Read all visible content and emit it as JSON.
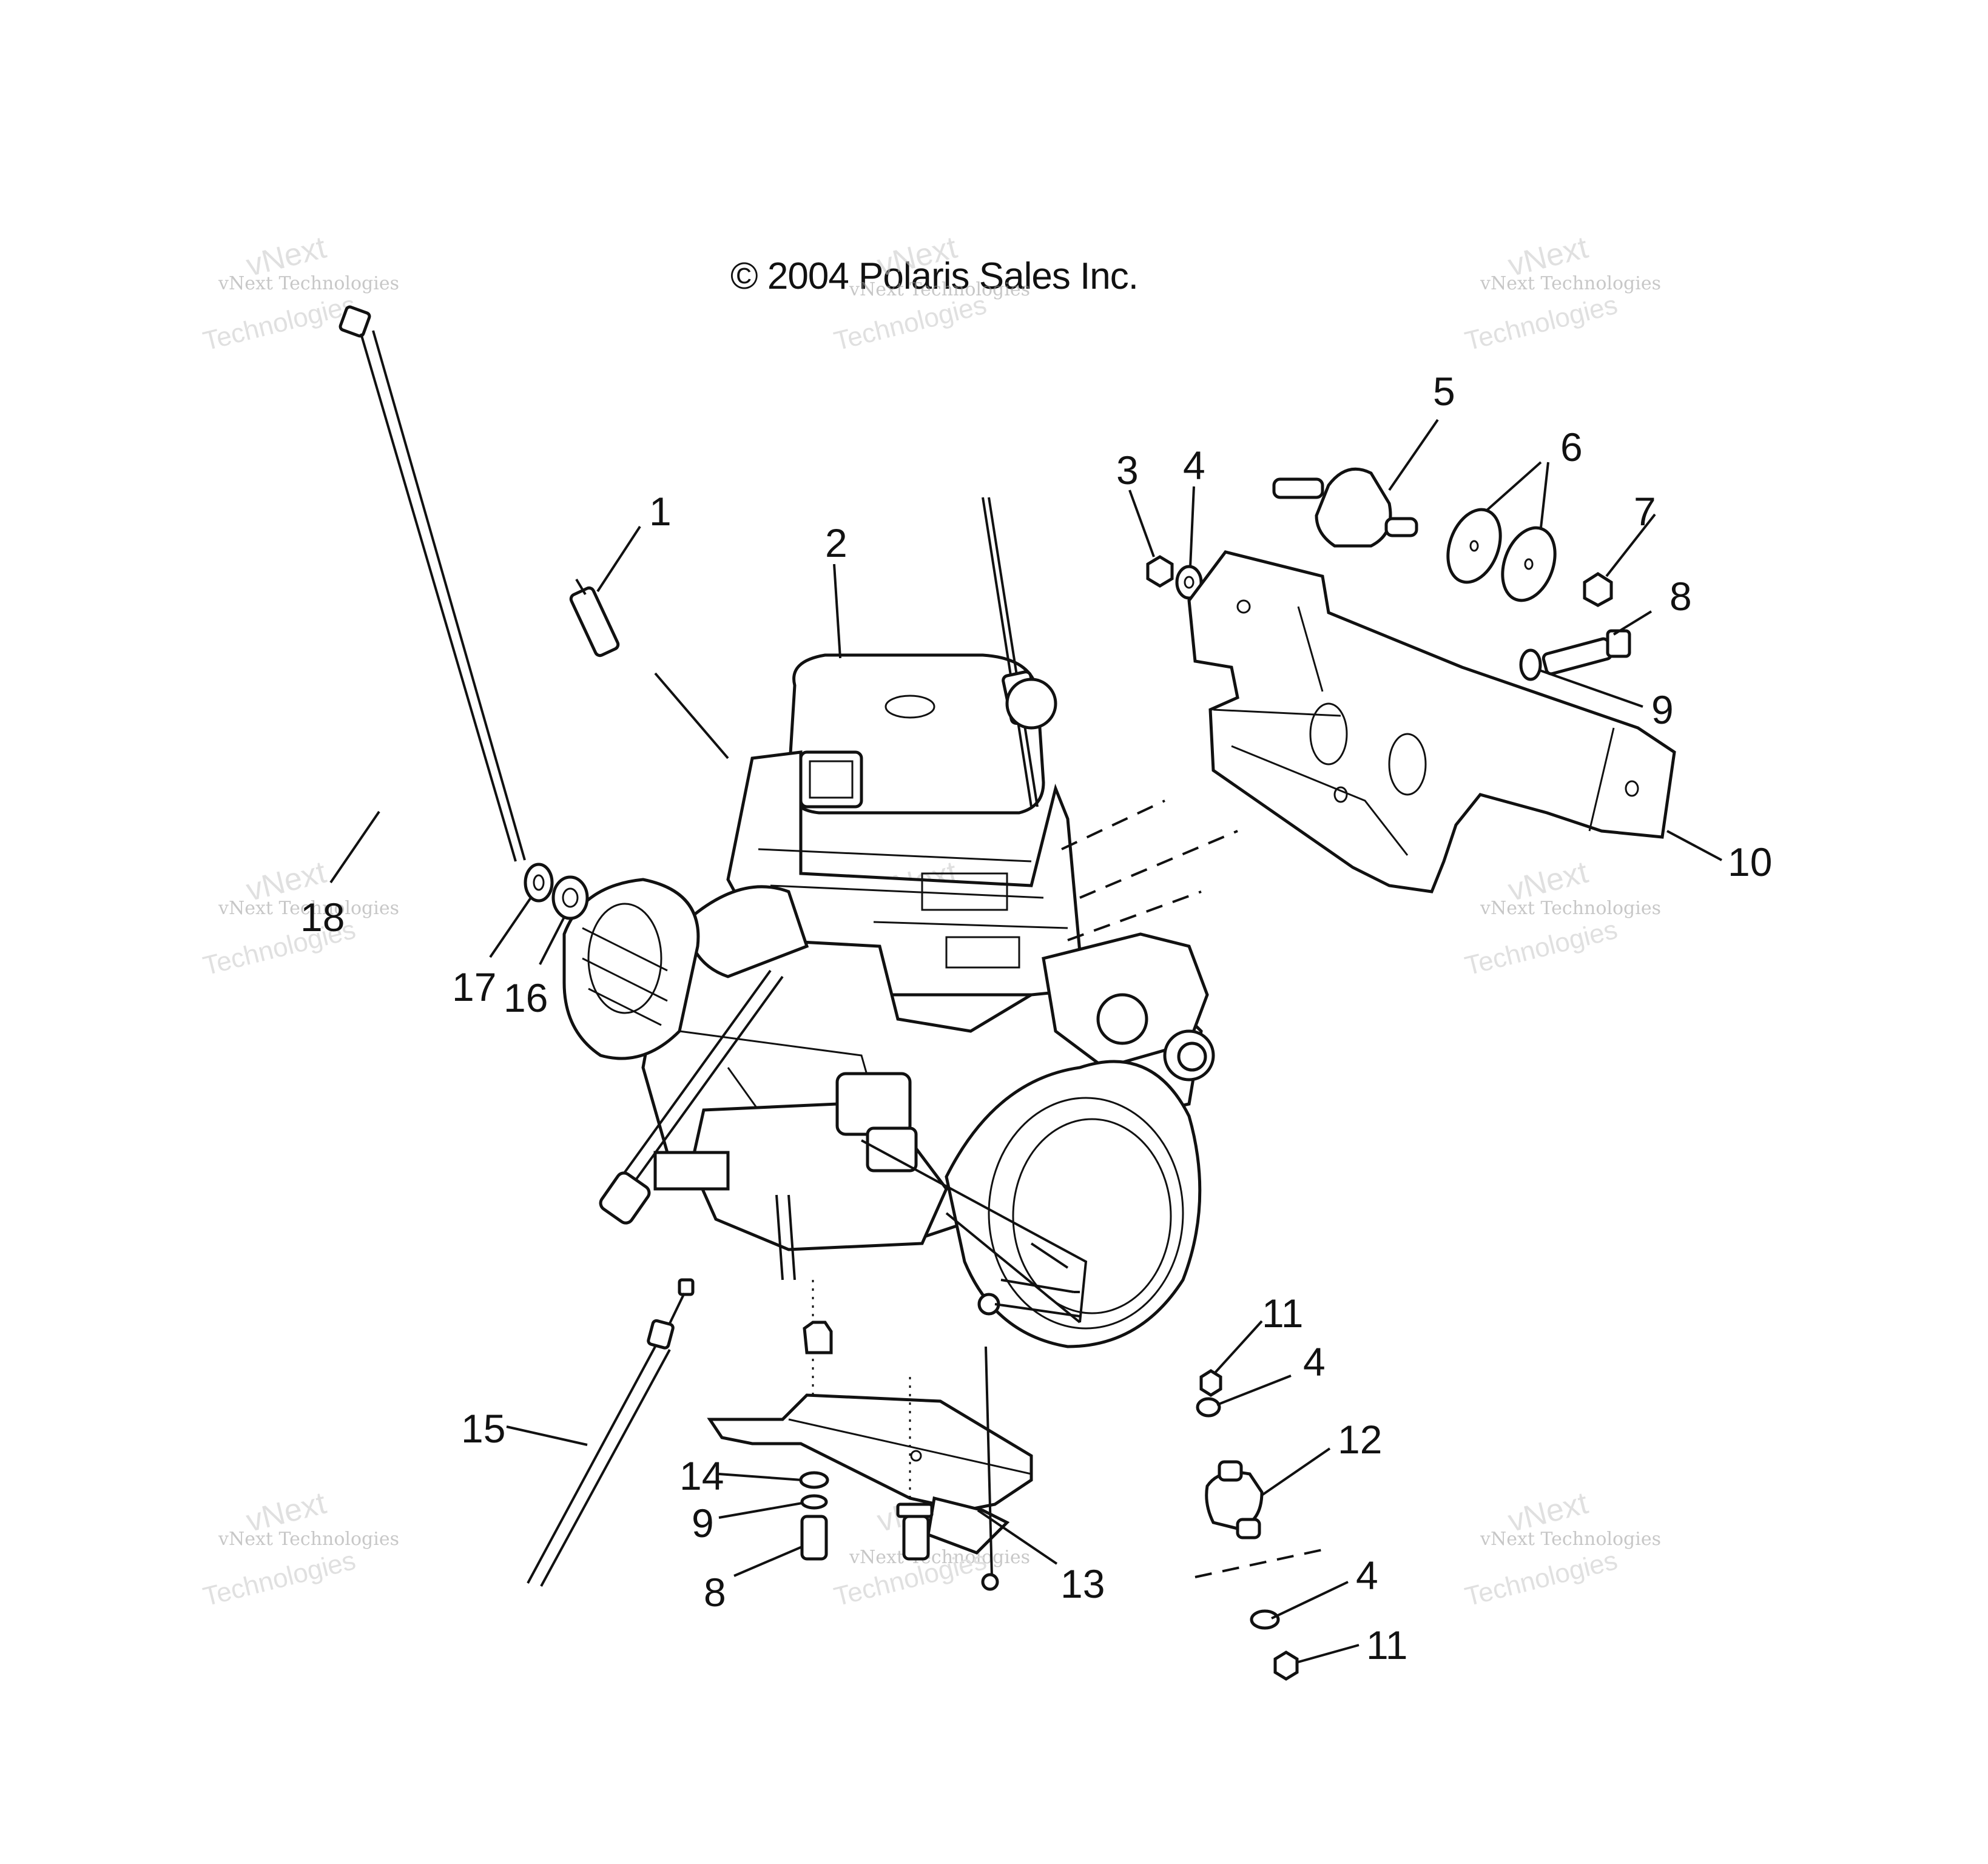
{
  "copyright": "© 2004 Polaris Sales Inc.",
  "watermark": {
    "line1": "vNext Technologies",
    "line2": "vNext",
    "line3": "Technologies"
  },
  "callouts": [
    {
      "id": "c1",
      "label": "1"
    },
    {
      "id": "c2",
      "label": "2"
    },
    {
      "id": "c3",
      "label": "3"
    },
    {
      "id": "c4a",
      "label": "4"
    },
    {
      "id": "c5",
      "label": "5"
    },
    {
      "id": "c6",
      "label": "6"
    },
    {
      "id": "c7",
      "label": "7"
    },
    {
      "id": "c8a",
      "label": "8"
    },
    {
      "id": "c9a",
      "label": "9"
    },
    {
      "id": "c10",
      "label": "10"
    },
    {
      "id": "c11a",
      "label": "11"
    },
    {
      "id": "c4b",
      "label": "4"
    },
    {
      "id": "c12",
      "label": "12"
    },
    {
      "id": "c4c",
      "label": "4"
    },
    {
      "id": "c11b",
      "label": "11"
    },
    {
      "id": "c13",
      "label": "13"
    },
    {
      "id": "c14",
      "label": "14"
    },
    {
      "id": "c9b",
      "label": "9"
    },
    {
      "id": "c8b",
      "label": "8"
    },
    {
      "id": "c15",
      "label": "15"
    },
    {
      "id": "c16",
      "label": "16"
    },
    {
      "id": "c17",
      "label": "17"
    },
    {
      "id": "c18",
      "label": "18"
    }
  ]
}
